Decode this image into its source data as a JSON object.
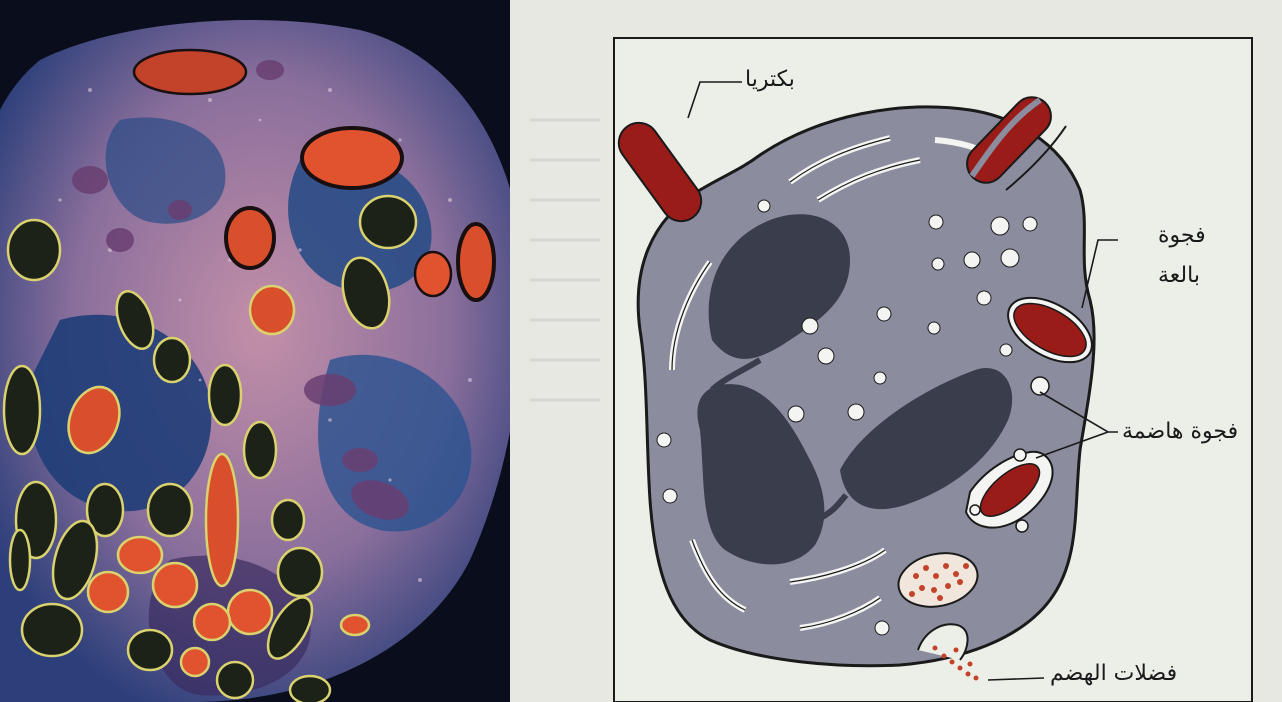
{
  "diagram": {
    "labels": {
      "bacteria": "بكتريا",
      "phagocytic_vacuole_line1": "فجوة",
      "phagocytic_vacuole_line2": "بالعة",
      "digestive_vacuole": "فجوة هاضمة",
      "digestion_waste": "فضلات الهضم"
    }
  },
  "colors": {
    "cell_body": "#8b8d9e",
    "nucleus": "#3a3d4c",
    "bacteria": "#9a1c18",
    "page_background": "#e7e8e2",
    "photo_background": "#0a0d1c"
  }
}
